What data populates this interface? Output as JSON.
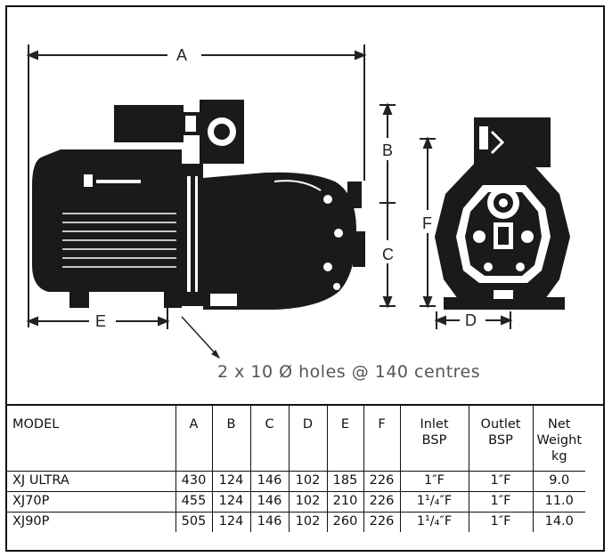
{
  "diagram": {
    "labels": {
      "A": "A",
      "B": "B",
      "C": "C",
      "D": "D",
      "E": "E",
      "F": "F"
    },
    "caption": "2 x 10 Ø holes @ 140 centres"
  },
  "table": {
    "headers": [
      "MODEL",
      "A",
      "B",
      "C",
      "D",
      "E",
      "F",
      "Inlet BSP",
      "Outlet BSP",
      "Net Weight kg"
    ],
    "header_lines": [
      [
        "MODEL"
      ],
      [
        "A"
      ],
      [
        "B"
      ],
      [
        "C"
      ],
      [
        "D"
      ],
      [
        "E"
      ],
      [
        "F"
      ],
      [
        "Inlet",
        "BSP"
      ],
      [
        "Outlet",
        "BSP"
      ],
      [
        "Net",
        "Weight",
        "kg"
      ]
    ],
    "rows": [
      [
        "XJ ULTRA",
        "430",
        "124",
        "146",
        "102",
        "185",
        "226",
        "1″F",
        "1″F",
        "9.0"
      ],
      [
        "XJ70P",
        "455",
        "124",
        "146",
        "102",
        "210",
        "226",
        "1¹/₄″F",
        "1″F",
        "11.0"
      ],
      [
        "XJ90P",
        "505",
        "124",
        "146",
        "102",
        "260",
        "226",
        "1¹/₄″F",
        "1″F",
        "14.0"
      ]
    ]
  }
}
